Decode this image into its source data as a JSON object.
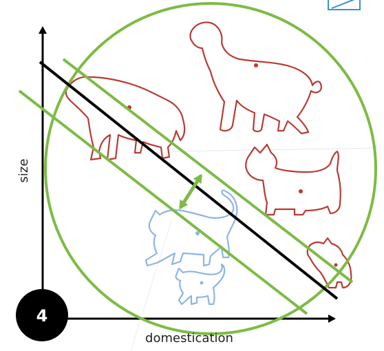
{
  "axes": {
    "x_label": "domestication",
    "y_label": "size"
  },
  "step_badge": "4",
  "colors": {
    "dog_outline": "#b83a32",
    "cat_outline": "#8fb4e3",
    "margin_lines": "#7dbb45",
    "decision_line": "#000000",
    "axis": "#000000",
    "badge_fill": "#000000",
    "corner_icon": "#3a8fd8"
  },
  "points": [
    {
      "class": "dog",
      "name": "large-dog-top"
    },
    {
      "class": "dog",
      "name": "large-dog-left"
    },
    {
      "class": "dog",
      "name": "terrier"
    },
    {
      "class": "dog",
      "name": "small-dog"
    },
    {
      "class": "cat",
      "name": "cat-large"
    },
    {
      "class": "cat",
      "name": "cat-small"
    }
  ]
}
